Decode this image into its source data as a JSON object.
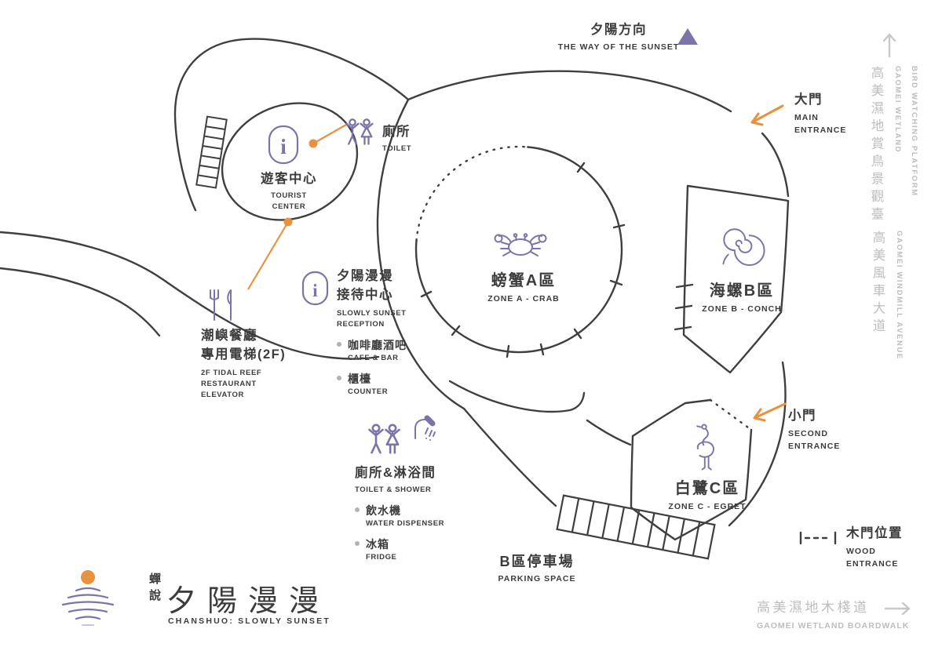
{
  "colors": {
    "purple": "#7b74ab",
    "orange": "#e8913f",
    "ink": "#3c3c3c",
    "gray": "#bdbdbd"
  },
  "icons": {
    "sunset_triangle": "▲",
    "up_arrow": "↑",
    "right_arrow": "→",
    "entrance_arrow": "←",
    "info": "i",
    "bullet": "•"
  },
  "sunset_direction": {
    "zh": "夕陽方向",
    "en": "THE WAY OF THE SUNSET"
  },
  "main_entrance": {
    "zh": "大門",
    "en_line1": "MAIN",
    "en_line2": "ENTRANCE"
  },
  "second_entrance": {
    "zh": "小門",
    "en_line1": "SECOND",
    "en_line2": "ENTRANCE"
  },
  "wood_entrance": {
    "zh": "木門位置",
    "en_line1": "WOOD",
    "en_line2": "ENTRANCE"
  },
  "bird_platform": {
    "zh": "高美濕地賞鳥景觀臺",
    "en_line1": "GAOMEI WETLAND",
    "en_line2": "BIRD WATCHING PLATFORM"
  },
  "windmill_avenue": {
    "zh": "高美風車大道",
    "en": "GAOMEI WINDMILL AVENUE"
  },
  "boardwalk": {
    "zh": "高美濕地木棧道",
    "en": "GAOMEI WETLAND BOARDWALK"
  },
  "zone_a": {
    "zh": "螃蟹A區",
    "en": "ZONE A - CRAB"
  },
  "zone_b": {
    "zh": "海螺B區",
    "en": "ZONE B - CONCH"
  },
  "zone_c": {
    "zh": "白鷺C區",
    "en": "ZONE C - EGRET"
  },
  "tourist_center": {
    "zh": "遊客中心",
    "en_line1": "TOURIST",
    "en_line2": "CENTER"
  },
  "toilet_top": {
    "zh": "廁所",
    "en": "TOILET"
  },
  "reception": {
    "zh_line1": "夕陽漫漫",
    "zh_line2": "接待中心",
    "en_line1": "SLOWLY SUNSET",
    "en_line2": "RECEPTION",
    "items": [
      {
        "zh": "咖啡廳酒吧",
        "en": "CAFE & BAR"
      },
      {
        "zh": "櫃檯",
        "en": "COUNTER"
      }
    ]
  },
  "elevator": {
    "zh_line1": "潮嶼餐廳",
    "zh_line2": "專用電梯(2F)",
    "en_line1": "2F TIDAL REEF",
    "en_line2": "RESTAURANT",
    "en_line3": "ELEVATOR"
  },
  "toilet_shower": {
    "zh": "廁所&淋浴間",
    "en": "TOILET & SHOWER",
    "items": [
      {
        "zh": "飲水機",
        "en": "WATER DISPENSER"
      },
      {
        "zh": "冰箱",
        "en": "FRIDGE"
      }
    ]
  },
  "parking": {
    "zh": "B區停車場",
    "en": "PARKING SPACE"
  },
  "logo": {
    "brand": "蟬說",
    "title": "夕陽漫漫",
    "en": "CHANSHUO: SLOWLY SUNSET"
  }
}
